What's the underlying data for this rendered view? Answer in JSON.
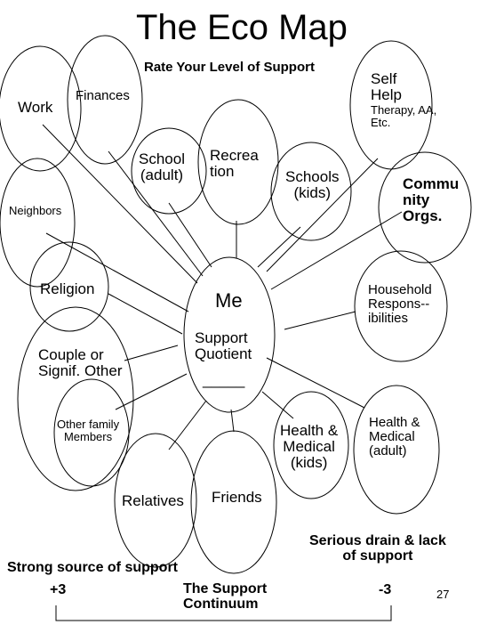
{
  "title": "The Eco Map",
  "subtitle": "Rate Your Level of Support",
  "center": {
    "label": "Me",
    "sublabel": "Support\nQuotient",
    "blank": "_____"
  },
  "nodes": {
    "work": "Work",
    "finances": "Finances",
    "self_help": "Self\nHelp",
    "self_help_note": "Therapy, AA,\nEtc.",
    "school_adult": "School\n(adult)",
    "recreation": "Recrea\ntion",
    "schools_kids": "Schools\n(kids)",
    "community_orgs": "Commu\nnity\nOrgs.",
    "neighbors": "Neighbors",
    "religion": "Religion",
    "household": "Household\nRespons--\nibilities",
    "couple": "Couple or\nSignif. Other",
    "other_family": "Other family\nMembers",
    "health_kids": "Health &\nMedical\n(kids)",
    "health_adult": "Health &\nMedical\n(adult)",
    "relatives": "Relatives",
    "friends": "Friends"
  },
  "continuum": {
    "strong_label": "Strong source of support",
    "strong_value": "+3",
    "drain_label": "Serious drain & lack\nof  support",
    "drain_value": "-3",
    "title": "The Support\nContinuum"
  },
  "page_number": "27",
  "colors": {
    "stroke": "#000000",
    "background": "#ffffff"
  }
}
